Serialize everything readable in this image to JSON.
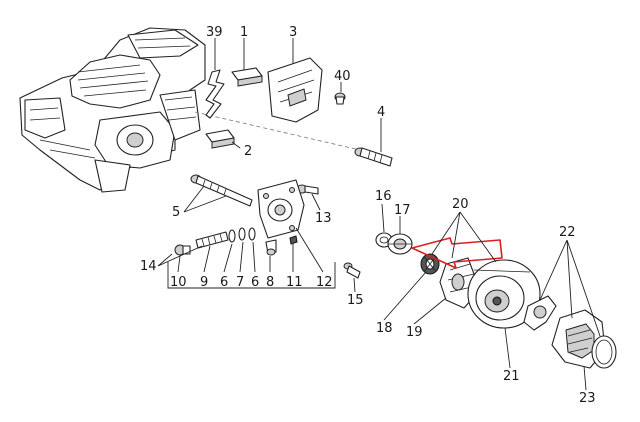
{
  "callouts": {
    "n1": "1",
    "n2": "2",
    "n3": "3",
    "n4": "4",
    "n5": "5",
    "n6": "6",
    "n7": "7",
    "n8": "8",
    "n9": "9",
    "n10": "10",
    "n11": "11",
    "n12": "12",
    "n13": "13",
    "n14": "14",
    "n15": "15",
    "n16": "16",
    "n17": "17",
    "n18": "18",
    "n19": "19",
    "n20": "20",
    "n21": "21",
    "n22": "22",
    "n23": "23",
    "n39": "39",
    "n40": "40"
  },
  "colors": {
    "arrow": "#d92020",
    "line": "#222222",
    "background": "#ffffff"
  }
}
